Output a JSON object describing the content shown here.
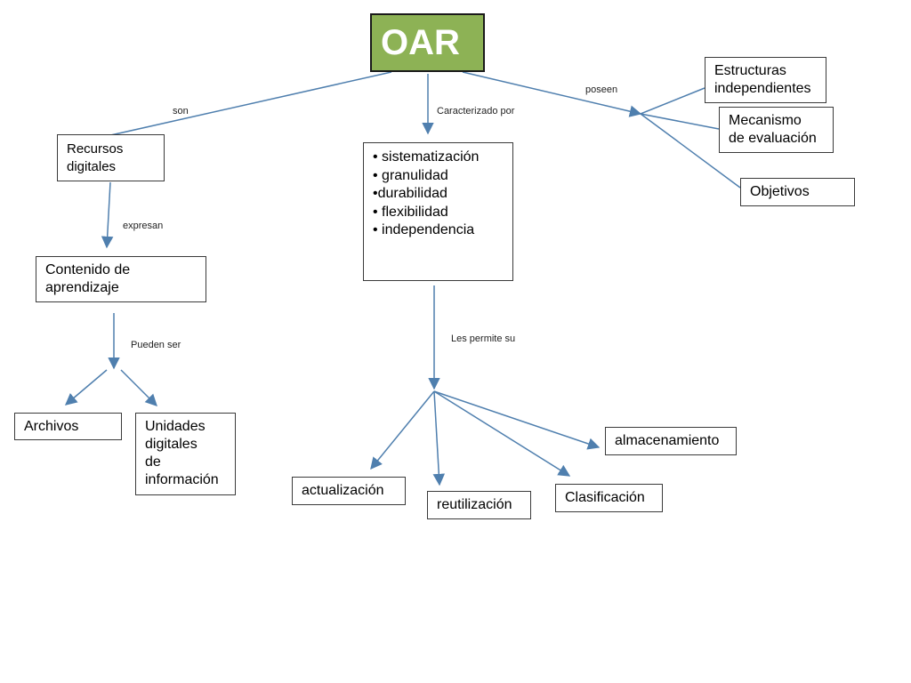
{
  "root": {
    "label": "OAR"
  },
  "nodes": {
    "recursos": "Recursos\ndigitales",
    "contenido": "Contenido de\naprendizaje",
    "archivos": "Archivos",
    "unidades": "Unidades\n digitales\n de\ninformación",
    "caracteristicas": [
      "• sistematización",
      "• granulidad",
      "•durabilidad",
      "• flexibilidad",
      "• independencia"
    ],
    "estructuras": "Estructuras\nindependientes",
    "mecanismo": "Mecanismo\nde evaluación",
    "objetivos": "Objetivos",
    "actualizacion": "actualización",
    "reutilizacion": "reutilización",
    "clasificacion": "Clasificación",
    "almacenamiento": "almacenamiento"
  },
  "edge_labels": {
    "son": "son",
    "caracterizado": "Caracterizado por",
    "poseen": "poseen",
    "expresan": "expresan",
    "pueden_ser": "Pueden ser",
    "les_permite": "Les permite su"
  },
  "colors": {
    "root_fill": "#8db255",
    "connector": "#4f7fae",
    "box_border": "#3a3a3a"
  }
}
